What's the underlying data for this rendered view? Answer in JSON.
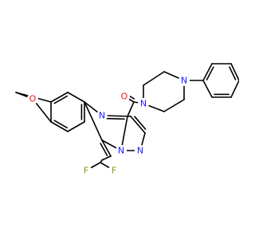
{
  "molecule": {
    "atom_labels": {
      "n_pyrimidine": "N",
      "n_bridge": "N",
      "n_pyrazole": "N",
      "n_piperazine_1": "N",
      "n_piperazine_4": "N",
      "o_carbonyl": "O",
      "o_methoxy": "O",
      "f_1": "F",
      "f_2": "F"
    },
    "element_colors": {
      "N": "#1a1aff",
      "O": "#ff0d0d",
      "F": "#7a9e10",
      "bond": "#000000"
    }
  }
}
